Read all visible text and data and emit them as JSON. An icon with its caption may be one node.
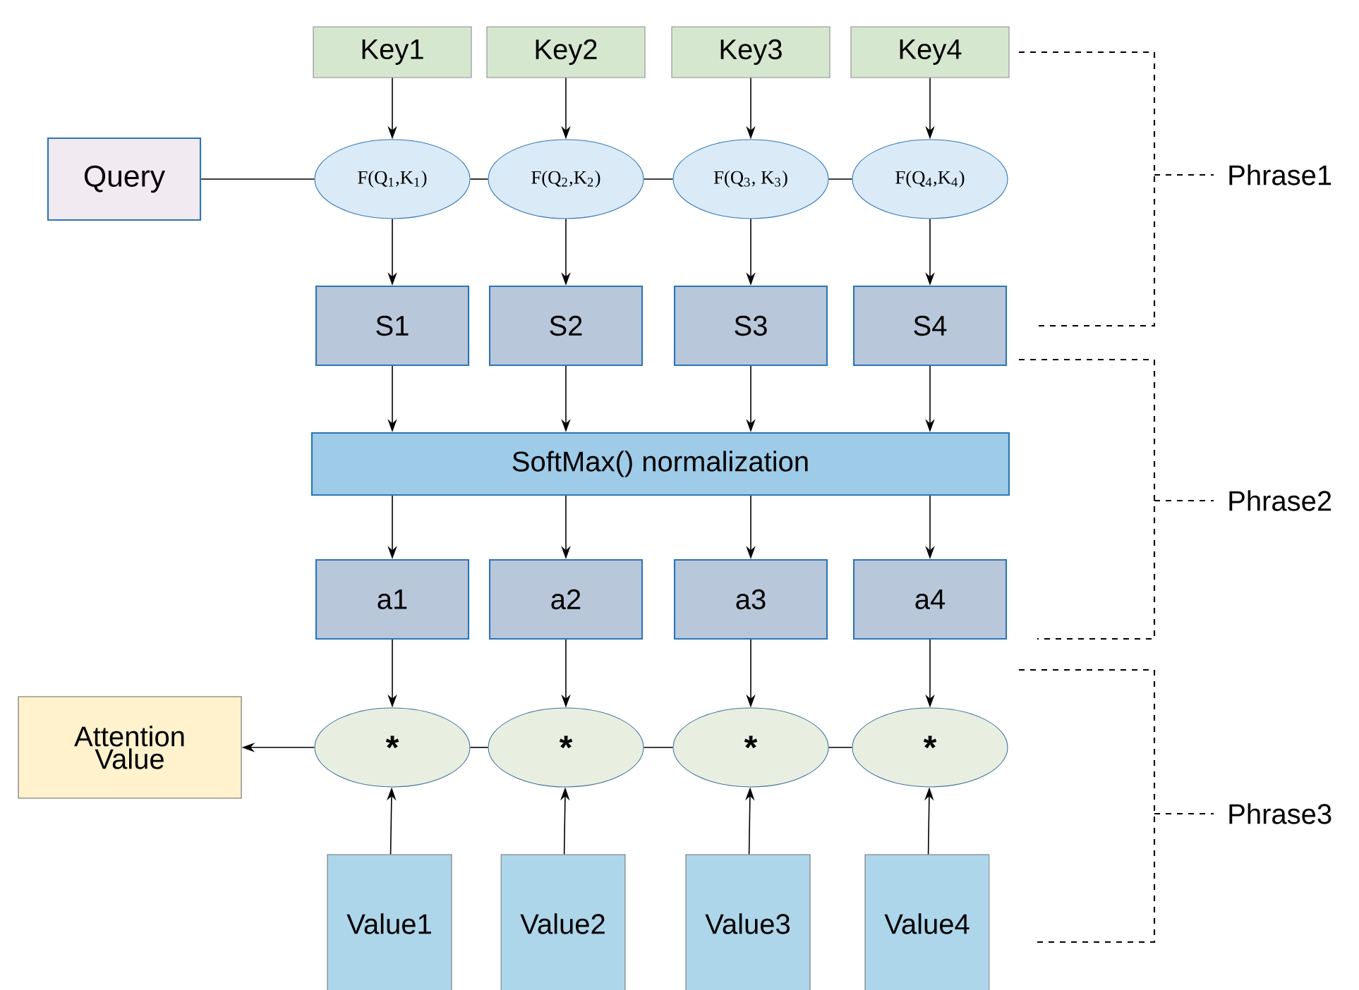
{
  "diagram": {
    "nodes": [
      {
        "text": [
          "Key1"
        ]
      },
      {
        "text": [
          "Key2"
        ]
      },
      {
        "text": [
          "Key3"
        ]
      },
      {
        "text": [
          "Key4"
        ]
      },
      {
        "text": [
          "Query"
        ]
      },
      {
        "text": [
          "F(Q$_{1}$,K$_{1}$)"
        ]
      },
      {
        "text": [
          "F(Q$_{2}$,K$_{2}$)"
        ]
      },
      {
        "text": [
          "F(Q$_{3}$, K$_{3}$)"
        ]
      },
      {
        "text": [
          "F(Q$_{4}$,K$_{4}$)"
        ]
      },
      {
        "text": [
          "S1"
        ]
      },
      {
        "text": [
          "S2"
        ]
      },
      {
        "text": [
          "S3"
        ]
      },
      {
        "text": [
          "S4"
        ]
      },
      {
        "text": [
          "SoftMax() normalization"
        ]
      },
      {
        "text": [
          "a1"
        ]
      },
      {
        "text": [
          "a2"
        ]
      },
      {
        "text": [
          "a3"
        ]
      },
      {
        "text": [
          "a4"
        ]
      },
      {
        "text": [
          "Attention Value"
        ]
      },
      {
        "text": [
          "*"
        ]
      },
      {
        "text": [
          "*"
        ]
      },
      {
        "text": [
          "*"
        ]
      },
      {
        "text": [
          "*"
        ]
      },
      {
        "text": [
          "Value1"
        ]
      },
      {
        "text": [
          "Value2"
        ]
      },
      {
        "text": [
          "Value3"
        ]
      },
      {
        "text": [
          "Value4"
        ]
      }
    ],
    "edges": [
      {
        "from": 0,
        "to": 5,
        "arrow": "to"
      },
      {
        "from": 1,
        "to": 6,
        "arrow": "to"
      },
      {
        "from": 2,
        "to": 7,
        "arrow": "to"
      },
      {
        "from": 3,
        "to": 8,
        "arrow": "to"
      },
      {
        "from": 4,
        "to": 5,
        "arrow": "none"
      },
      {
        "from": 5,
        "to": 6,
        "arrow": "none"
      },
      {
        "from": 6,
        "to": 7,
        "arrow": "none"
      },
      {
        "from": 7,
        "to": 8,
        "arrow": "none"
      },
      {
        "from": 5,
        "to": 9,
        "arrow": "to"
      },
      {
        "from": 6,
        "to": 10,
        "arrow": "to"
      },
      {
        "from": 7,
        "to": 11,
        "arrow": "to"
      },
      {
        "from": 8,
        "to": 12,
        "arrow": "to"
      },
      {
        "from": 9,
        "to": 13,
        "arrow": "to"
      },
      {
        "from": 10,
        "to": 13,
        "arrow": "to"
      },
      {
        "from": 11,
        "to": 13,
        "arrow": "to"
      },
      {
        "from": 12,
        "to": 13,
        "arrow": "to"
      },
      {
        "from": 13,
        "to": 14,
        "arrow": "to"
      },
      {
        "from": 13,
        "to": 15,
        "arrow": "to"
      },
      {
        "from": 13,
        "to": 16,
        "arrow": "to"
      },
      {
        "from": 13,
        "to": 17,
        "arrow": "to"
      },
      {
        "from": 14,
        "to": 19,
        "arrow": "to"
      },
      {
        "from": 15,
        "to": 20,
        "arrow": "to"
      },
      {
        "from": 16,
        "to": 21,
        "arrow": "to"
      },
      {
        "from": 17,
        "to": 22,
        "arrow": "to"
      },
      {
        "from": 19,
        "to": 18,
        "arrow": "to"
      },
      {
        "from": 19,
        "to": 20,
        "arrow": "none"
      },
      {
        "from": 20,
        "to": 21,
        "arrow": "none"
      },
      {
        "from": 21,
        "to": 22,
        "arrow": "none"
      },
      {
        "from": 23,
        "to": 19,
        "arrow": "to"
      },
      {
        "from": 24,
        "to": 20,
        "arrow": "to"
      },
      {
        "from": 25,
        "to": 21,
        "arrow": "to"
      },
      {
        "from": 26,
        "to": 22,
        "arrow": "to"
      }
    ],
    "labels": [
      "Phrase1",
      "Phrase2",
      "Phrase3"
    ]
  }
}
